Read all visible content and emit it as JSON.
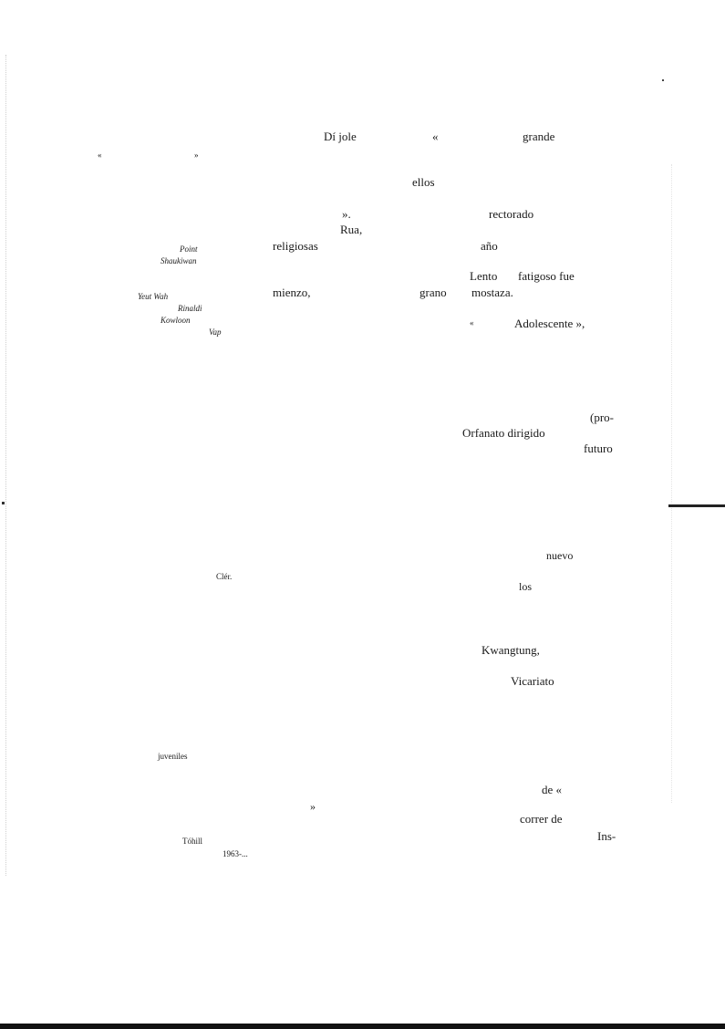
{
  "words": {
    "w1": "Dí jole",
    "w2": "«",
    "w3": "grande",
    "w4": "«",
    "w5": "»",
    "w6": "ellos",
    "w7": "».",
    "w8": "rectorado",
    "w9": "Rua,",
    "w10": "religiosas",
    "w11": "año",
    "w12": "Point",
    "w13": "Shaukiwan",
    "w14": "Lento",
    "w15": "fatigoso fue",
    "w16": "mienzo,",
    "w17": "grano",
    "w18": "mostaza.",
    "w19": "Yeut Wah",
    "w20": "Rinaldi",
    "w21": "Kowloon",
    "w22": "Vap",
    "w23": "«",
    "w24": "Adolescente »,",
    "w25": "(pro-",
    "w26": "Orfanato dirigido",
    "w27": "futuro",
    "w28": "nuevo",
    "w29": "Clér.",
    "w30": "los",
    "w31": "Kwangtung,",
    "w32": "Vicariato",
    "w33": "juveniles",
    "w34": "de «",
    "w35": "»",
    "w36": "correr de",
    "w37": "Ins-",
    "w38": "Tóhill",
    "w39": "1963-..."
  }
}
